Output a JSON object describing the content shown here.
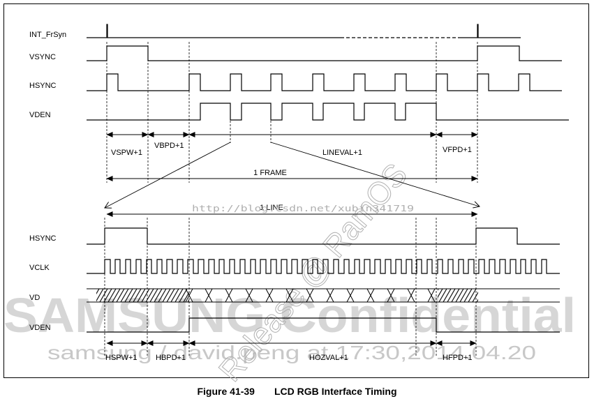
{
  "caption": {
    "number": "Figure 41-39",
    "title": "LCD RGB Interface Timing"
  },
  "frame_signals": [
    "INT_FrSyn",
    "VSYNC",
    "HSYNC",
    "VDEN"
  ],
  "frame_intervals": [
    "VSPW+1",
    "VBPD+1",
    "LINEVAL+1",
    "VFPD+1"
  ],
  "frame_label": "1 FRAME",
  "line_label": "1 LINE",
  "line_signals": [
    "HSYNC",
    "VCLK",
    "VD",
    "VDEN"
  ],
  "line_intervals": [
    "HSPW+1",
    "HBPD+1",
    "HOZVAL+1",
    "HFPD+1"
  ],
  "watermarks": {
    "url": "http://blog.csdn.net/xubin341719",
    "big": "SAMSUNG Confidential",
    "small": "samsung / david.peng at 17:30,2014.04.20",
    "diagonal": "Release @ RamOS"
  }
}
